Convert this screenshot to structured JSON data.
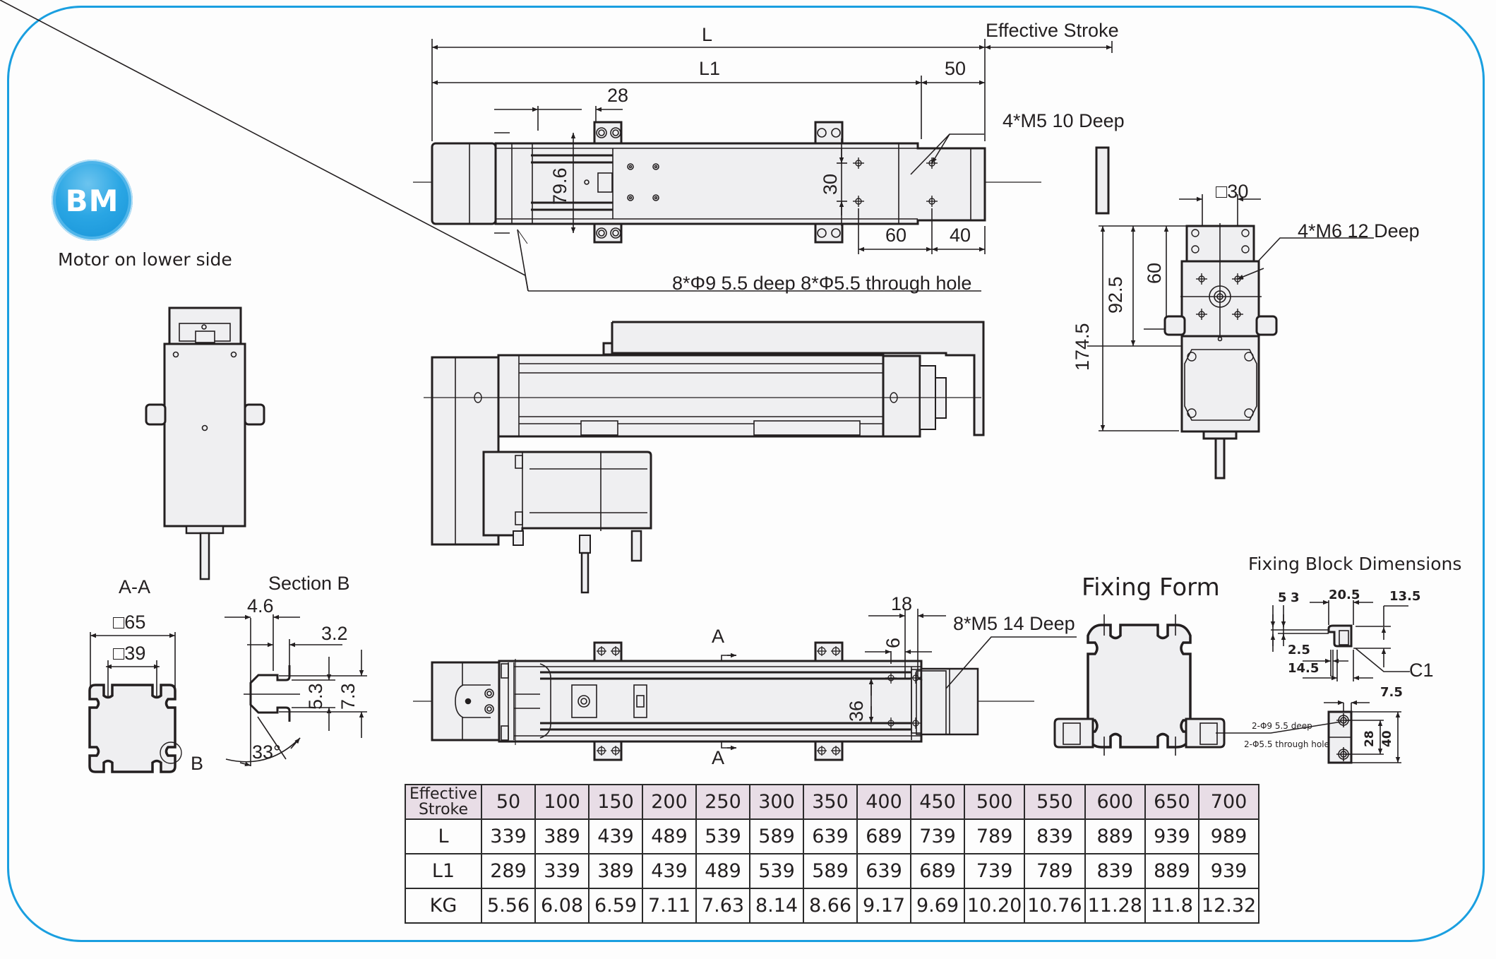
{
  "badge": {
    "text": "BM",
    "color": "#1a9fe0"
  },
  "caption": "Motor on lower side",
  "frame_color": "#1a9fe0",
  "top_view": {
    "dim_L": "L",
    "dim_L1": "L1",
    "dim_effective_stroke": "Effective Stroke",
    "dim_50": "50",
    "dim_28": "28",
    "dim_79_6": "79.6",
    "dim_30": "30",
    "dim_60": "60",
    "dim_40": "40",
    "note_m5": "4*M5  10 Deep",
    "note_holes": "8*Φ9 5.5 deep  8*Φ5.5 through hole"
  },
  "end_view": {
    "dim_sq30": "□30",
    "dim_174_5": "174.5",
    "dim_92_5": "92.5",
    "dim_60": "60",
    "note_m6": "4*M6  12 Deep"
  },
  "section_aa": {
    "title": "A-A",
    "dim_sq65": "□65",
    "dim_sq39": "□39",
    "detail_label": "B"
  },
  "section_b": {
    "title": "Section B",
    "dim_4_6": "4.6",
    "dim_3_2": "3.2",
    "dim_5_3": "5.3",
    "dim_7_3": "7.3",
    "dim_angle": "33°"
  },
  "bottom_view": {
    "section_mark_top": "A",
    "section_mark_bottom": "A",
    "dim_18": "18",
    "dim_6": "6",
    "dim_36": "36",
    "note_m5": "8*M5  14 Deep"
  },
  "fixing_form": {
    "title": "Fixing Form"
  },
  "fixing_block": {
    "title": "Fixing Block Dimensions",
    "dim_5": "5",
    "dim_3": "3",
    "dim_20_5": "20.5",
    "dim_13_5": "13.5",
    "dim_2_5": "2.5",
    "dim_14_5": "14.5",
    "dim_c1": "C1",
    "dim_7_5": "7.5",
    "dim_28": "28",
    "dim_40": "40",
    "note_counterbore": "2-Φ9  5.5 deep",
    "note_through": "2-Φ5.5 through hole"
  },
  "spec_table": {
    "header_label_line1": "Effective",
    "header_label_line2": "Stroke",
    "strokes": [
      "50",
      "100",
      "150",
      "200",
      "250",
      "300",
      "350",
      "400",
      "450",
      "500",
      "550",
      "600",
      "650",
      "700"
    ],
    "rows": [
      {
        "label": "L",
        "values": [
          "339",
          "389",
          "439",
          "489",
          "539",
          "589",
          "639",
          "689",
          "739",
          "789",
          "839",
          "889",
          "939",
          "989"
        ]
      },
      {
        "label": "L1",
        "values": [
          "289",
          "339",
          "389",
          "439",
          "489",
          "539",
          "589",
          "639",
          "689",
          "739",
          "789",
          "839",
          "889",
          "939"
        ]
      },
      {
        "label": "KG",
        "values": [
          "5.56",
          "6.08",
          "6.59",
          "7.11",
          "7.63",
          "8.14",
          "8.66",
          "9.17",
          "9.69",
          "10.20",
          "10.76",
          "11.28",
          "11.8",
          "12.32"
        ]
      }
    ],
    "header_bg": "#e8dde6"
  }
}
